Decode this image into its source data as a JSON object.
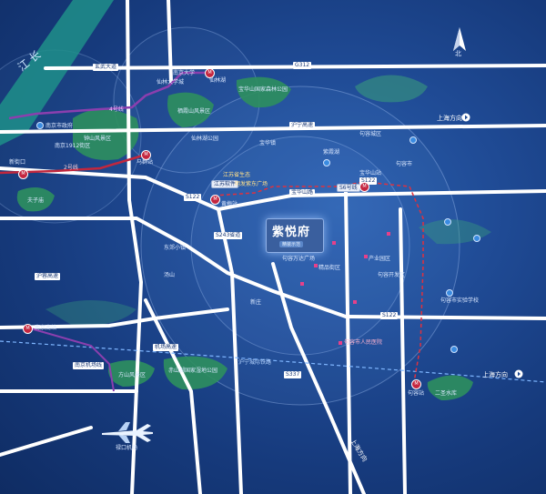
{
  "map": {
    "brand": {
      "name": "紫悦府",
      "subtitle": "精装示范"
    },
    "compass": {
      "label": "北"
    },
    "river": {
      "label": "江 长"
    },
    "roads": {
      "xuanwu": "玄武大道",
      "g312": "G312",
      "huning": "沪宁高速",
      "jiangsu_soft": "江苏软件",
      "s6": "S6号线",
      "baohua": "宝华山路",
      "s122_top": "S122",
      "s122_bottom": "S122",
      "s122_left": "S122",
      "huanglong": "黄梅站",
      "s243": "S243省道",
      "s337": "S337",
      "hu_airport": "机场高速",
      "hushan": "沪蓉高速",
      "nanjing_airport_road": "南京机场线",
      "huqiao": "沪宁城际铁路"
    },
    "metro": {
      "line4": "4号线",
      "line2": "2号线",
      "s6": "S6号线"
    },
    "directions": {
      "shanghai_top": "上海方向",
      "shanghai_bottom": "上海方向",
      "shanghai_road": "上海方向"
    },
    "stations": [
      {
        "name": "马群站",
        "icon": "metro-station-icon"
      },
      {
        "name": "仙林湖",
        "icon": "metro-station-icon"
      },
      {
        "name": "黄梅站",
        "icon": "metro-station-icon"
      },
      {
        "name": "宝华山站",
        "icon": "metro-station-icon"
      },
      {
        "name": "句容站",
        "icon": "metro-station-icon"
      },
      {
        "name": "南京南站",
        "icon": "metro-station-icon"
      },
      {
        "name": "新街口",
        "icon": "metro-station-icon"
      }
    ],
    "places": {
      "nanjing_gov": "南京市政府",
      "xinjiekou": "新街口",
      "fuzimiao": "夫子庙",
      "zhongshan": "钟山风景区",
      "nanjing_1912": "南京1912街区",
      "xianlin": "仙林大学城",
      "nanjing_univ": "南京大学",
      "xianlin_lake": "仙林湖",
      "qixia": "栖霞山风景区",
      "baohuashan": "宝华山国家森林公园",
      "jiangsu_ecological": "江苏省生态",
      "mingfa": "明发紫东广场",
      "wanda": "句容万达广场",
      "airport": "禄口机场",
      "nanjing_south": "南京南站",
      "jurong": "句容站",
      "chishan": "赤山湖国家湿地公园",
      "fangshan": "方山风景区",
      "erchen_lake": "二圣水库",
      "jurong_east": "句容市",
      "baohua_town": "宝华镇",
      "jurong_north": "句容城区",
      "xianlin_lake2": "仙林湖公园",
      "zixia": "紫霞湖",
      "dongjiao": "东郊小镇",
      "tangshan": "汤山",
      "xinzhuang": "新庄",
      "jurong_hospital": "句容市人民医院",
      "jurong_school": "句容市实验学校",
      "boutique": "精品街区",
      "industrial": "产业园区",
      "jurong_zone": "句容开发区"
    }
  }
}
